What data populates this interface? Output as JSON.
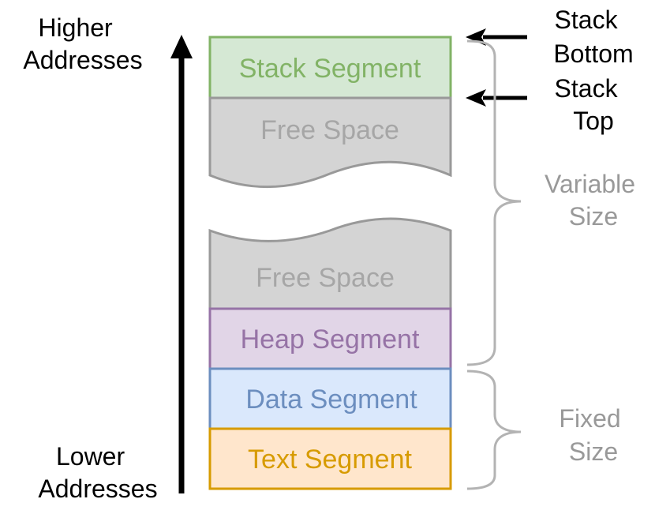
{
  "axis": {
    "top_label": [
      "Higher",
      "Addresses"
    ],
    "bottom_label": [
      "Lower",
      "Addresses"
    ]
  },
  "segments": {
    "stack": {
      "label": "Stack Segment",
      "fill": "#d5e8d4",
      "stroke": "#82b366",
      "text": "#82b366"
    },
    "free_top": {
      "label": "Free Space",
      "fill": "#d4d4d4",
      "stroke": "#999999",
      "text": "#a6a6a6"
    },
    "free_bottom": {
      "label": "Free Space",
      "fill": "#d4d4d4",
      "stroke": "#999999",
      "text": "#a6a6a6"
    },
    "heap": {
      "label": "Heap Segment",
      "fill": "#e1d5e7",
      "stroke": "#9673a6",
      "text": "#9673a6"
    },
    "data": {
      "label": "Data Segment",
      "fill": "#dae8fc",
      "stroke": "#6c8ebf",
      "text": "#6c8ebf"
    },
    "text": {
      "label": "Text Segment",
      "fill": "#ffe6cc",
      "stroke": "#d79b00",
      "text": "#d79b00"
    }
  },
  "pointers": {
    "stack_bottom": [
      "Stack",
      "Bottom"
    ],
    "stack_top": [
      "Stack",
      "Top"
    ]
  },
  "braces": {
    "variable": [
      "Variable",
      "Size"
    ],
    "fixed": [
      "Fixed",
      "Size"
    ]
  }
}
